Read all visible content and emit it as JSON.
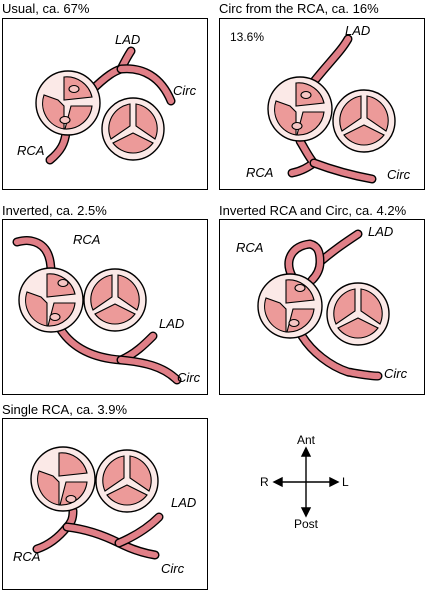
{
  "panels": [
    {
      "id": "usual",
      "caption": "Usual, ca. 67%",
      "labels": {
        "lad": "LAD",
        "circ": "Circ",
        "rca": "RCA"
      }
    },
    {
      "id": "circ-from-rca",
      "caption": "Circ from the RCA, ca. 16%",
      "inset": "13.6%",
      "labels": {
        "lad": "LAD",
        "circ": "Circ",
        "rca": "RCA"
      }
    },
    {
      "id": "inverted",
      "caption": "Inverted, ca. 2.5%",
      "labels": {
        "lad": "LAD",
        "circ": "Circ",
        "rca": "RCA"
      }
    },
    {
      "id": "inverted-rca-circ",
      "caption": "Inverted RCA and Circ, ca. 4.2%",
      "labels": {
        "lad": "LAD",
        "circ": "Circ",
        "rca": "RCA"
      }
    },
    {
      "id": "single-rca",
      "caption": "Single RCA, ca. 3.9%",
      "labels": {
        "lad": "LAD",
        "circ": "Circ",
        "rca": "RCA"
      }
    }
  ],
  "compass": {
    "anterior": "Ant",
    "posterior": "Post",
    "right": "R",
    "left": "L"
  },
  "colors": {
    "vessel": "#e07f87",
    "cusp": "#ec9a99",
    "ring": "#fbe9e7",
    "outline": "#000000"
  }
}
